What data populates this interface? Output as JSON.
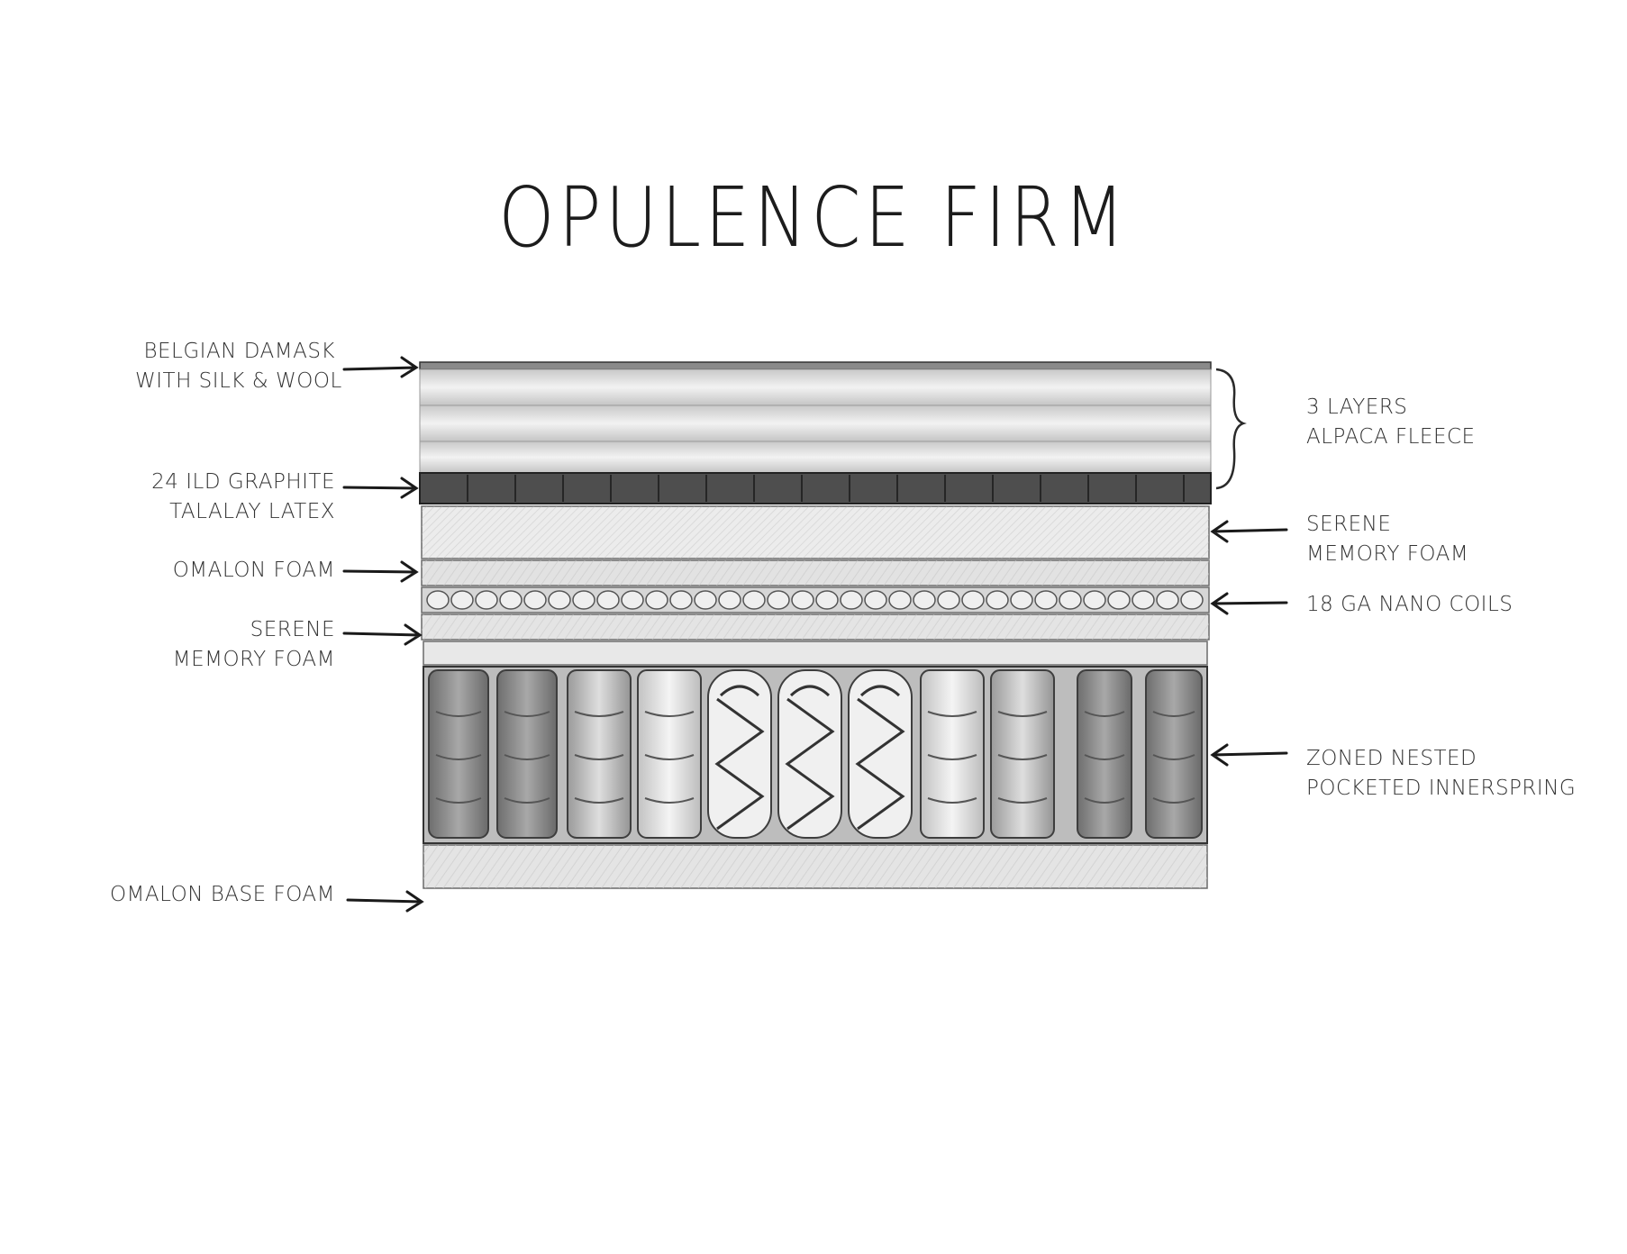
{
  "title": "OPULENCE FIRM",
  "labels_left": {
    "belgian_damask_1": "BELGIAN DAMASK",
    "belgian_damask_2": "WITH SILK & WOOL",
    "graphite_latex_1": "24 ILD GRAPHITE",
    "graphite_latex_2": "TALALAY LATEX",
    "omalon_foam": "OMALON FOAM",
    "serene_left_1": "SERENE",
    "serene_left_2": "MEMORY FOAM",
    "omalon_base": "OMALON BASE FOAM"
  },
  "labels_right": {
    "alpaca_1": "3 LAYERS",
    "alpaca_2": "ALPACA FLEECE",
    "serene_right_1": "SERENE",
    "serene_right_2": "MEMORY FOAM",
    "nano_coils": "18 GA NANO COILS",
    "innerspring_1": "ZONED NESTED",
    "innerspring_2": "POCKETED INNERSPRING"
  },
  "colors": {
    "ink": "#2a2a2a",
    "fleece": "#dcdcdc",
    "latex": "#4a4a4a",
    "foam": "#e4e4e4"
  }
}
